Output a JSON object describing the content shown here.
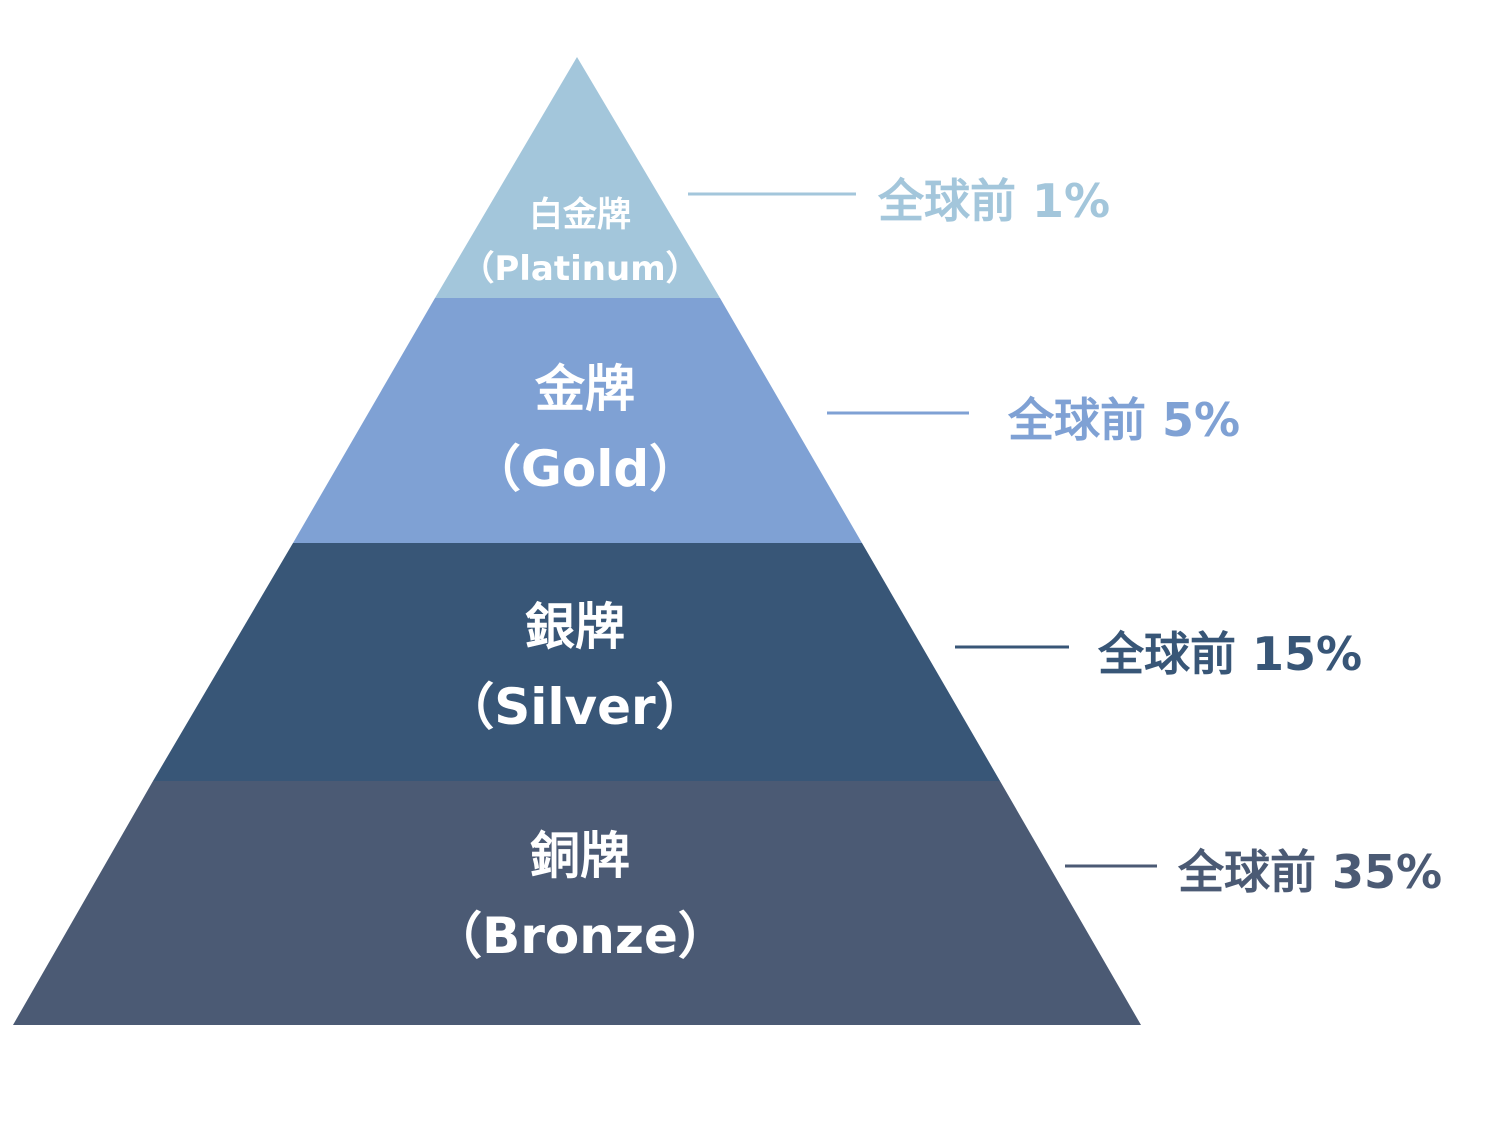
{
  "tiers": [
    {
      "name_zh": "白金牌",
      "name_en": "（Platinum）",
      "percent_label": "全球前 1%",
      "color": "#a3c6db"
    },
    {
      "name_zh": "金牌",
      "name_en": "（Gold）",
      "percent_label": "全球前 5%",
      "color": "#7fa1d4"
    },
    {
      "name_zh": "銀牌",
      "name_en": "（Silver）",
      "percent_label": "全球前 15%",
      "color": "#385677"
    },
    {
      "name_zh": "銅牌",
      "name_en": "（Bronze）",
      "percent_label": "全球前 35%",
      "color": "#4b5a74"
    }
  ]
}
